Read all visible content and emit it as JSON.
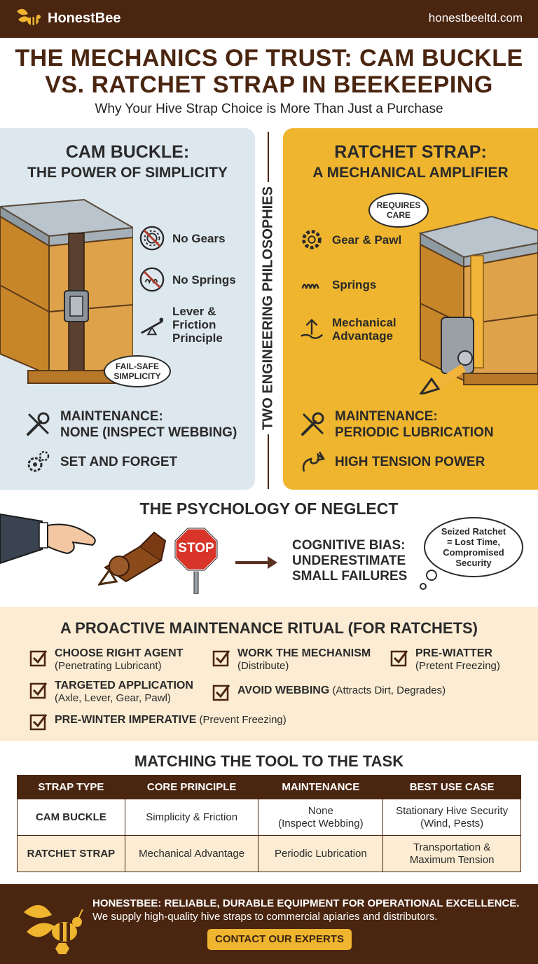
{
  "header": {
    "brand": "HonestBee",
    "site": "honestbeeltd.com"
  },
  "title": {
    "line1": "THE MECHANICS OF TRUST: CAM BUCKLE",
    "line2": "VS. RATCHET STRAP IN BEEKEEPING",
    "subtitle": "Why Your Hive Strap Choice is More Than Just a Purchase"
  },
  "center_label": "TWO ENGINEERING PHILOSOPHIES",
  "cam": {
    "title": "CAM BUCKLE:",
    "subtitle": "THE POWER OF SIMPLICITY",
    "features": [
      {
        "label": "No Gears",
        "icon": "no-gears-icon"
      },
      {
        "label": "No Springs",
        "icon": "no-springs-icon"
      },
      {
        "label": "Lever & Friction Principle",
        "icon": "lever-icon"
      }
    ],
    "bubble_line1": "FAIL-SAFE",
    "bubble_line2": "SIMPLICITY",
    "maintenance_line1": "MAINTENANCE:",
    "maintenance_line2": "NONE (INSPECT WEBBING)",
    "extra": "SET AND FORGET"
  },
  "ratchet": {
    "title": "RATCHET STRAP:",
    "subtitle": "A MECHANICAL AMPLIFIER",
    "bubble_line1": "REQUIRES",
    "bubble_line2": "CARE",
    "features": [
      {
        "label": "Gear & Pawl",
        "icon": "gear-icon"
      },
      {
        "label": "Springs",
        "icon": "spring-icon"
      },
      {
        "label": "Mechanical Advantage",
        "icon": "mechanical-advantage-icon"
      }
    ],
    "maintenance_line1": "MAINTENANCE:",
    "maintenance_line2": "PERIODIC LUBRICATION",
    "extra": "HIGH TENSION POWER"
  },
  "neglect": {
    "title": "THE PSYCHOLOGY OF NEGLECT",
    "stop": "STOP",
    "bias_line1": "COGNITIVE BIAS:",
    "bias_line2": "UNDERESTIMATE",
    "bias_line3": "SMALL FAILURES",
    "thought_line1": "Seized Ratchet",
    "thought_line2": "= Lost Time,",
    "thought_line3": "Compromised",
    "thought_line4": "Security"
  },
  "ritual": {
    "title": "A PROACTIVE MAINTENANCE RITUAL (FOR RATCHETS)",
    "items": [
      {
        "bold": "CHOOSE RIGHT AGENT",
        "detail": "(Penetrating Lubricant)"
      },
      {
        "bold": "WORK THE MECHANISM",
        "detail": "(Distribute)"
      },
      {
        "bold": "PRE-WIATTER",
        "detail": "(Pretent Freezing)"
      },
      {
        "bold": "TARGETED APPLICATION",
        "detail": "(Axle, Lever, Gear, Pawl)"
      },
      {
        "bold": "AVOID WEBBING",
        "detail": "(Attracts Dirt, Degrades)"
      },
      {
        "bold": "PRE-WINTER IMPERATIVE",
        "detail": "(Prevent Freezing)"
      }
    ]
  },
  "table": {
    "title": "MATCHING THE TOOL TO THE TASK",
    "headers": [
      "STRAP TYPE",
      "CORE PRINCIPLE",
      "MAINTENANCE",
      "BEST USE CASE"
    ],
    "rows": [
      {
        "type": "CAM BUCKLE",
        "principle": "Simplicity & Friction",
        "maint1": "None",
        "maint2": "(Inspect Webbing)",
        "use1": "Stationary Hive Security",
        "use2": "(Wind, Pests)"
      },
      {
        "type": "RATCHET STRAP",
        "principle": "Mechanical Advantage",
        "maint1": "Periodic Lubrication",
        "maint2": "",
        "use1": "Transportation &",
        "use2": "Maximum Tension"
      }
    ]
  },
  "footer": {
    "headline": "HONESTBEE: RELIABLE, DURABLE EQUIPMENT FOR OPERATIONAL EXCELLENCE.",
    "sub": "We supply high-quality hive straps to commercial apiaries and distributors.",
    "cta": "CONTACT OUR EXPERTS"
  },
  "colors": {
    "brown": "#4a2510",
    "gold": "#efb52e",
    "blue_panel": "#dde7ee",
    "cream": "#fbecd3"
  }
}
